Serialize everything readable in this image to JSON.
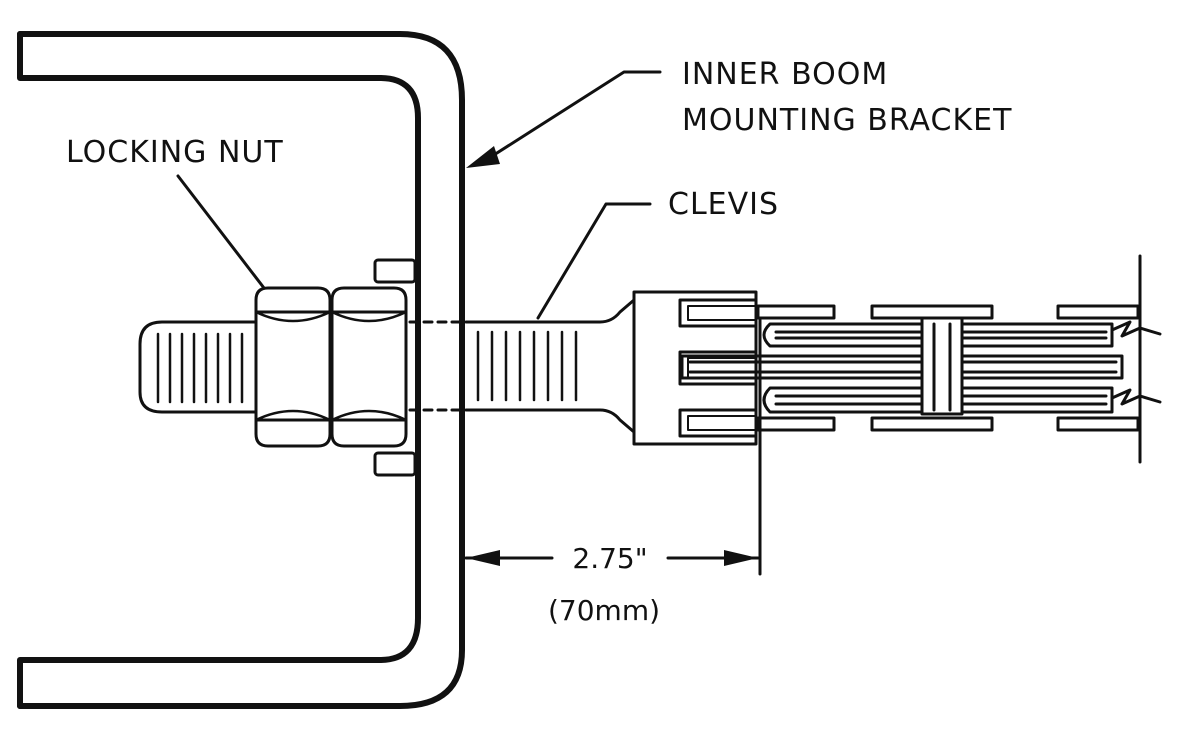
{
  "labels": {
    "inner_boom_line1": "INNER BOOM",
    "inner_boom_line2": "MOUNTING BRACKET",
    "locking_nut": "LOCKING NUT",
    "clevis": "CLEVIS"
  },
  "dimension": {
    "imperial": "2.75\"",
    "metric": "(70mm)"
  },
  "colors": {
    "ink": "#111111",
    "paper": "#ffffff"
  }
}
